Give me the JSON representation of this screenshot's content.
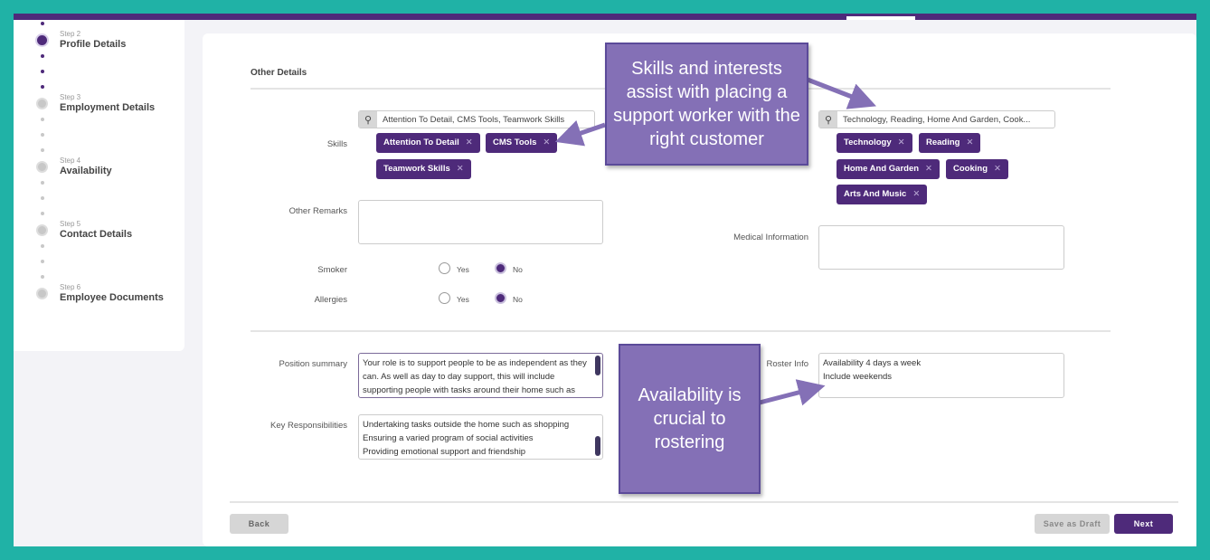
{
  "steps": [
    {
      "num": "Step 2",
      "title": "Profile Details",
      "state": "active"
    },
    {
      "num": "Step 3",
      "title": "Employment Details",
      "state": "pending"
    },
    {
      "num": "Step 4",
      "title": "Availability",
      "state": "pending"
    },
    {
      "num": "Step 5",
      "title": "Contact Details",
      "state": "pending"
    },
    {
      "num": "Step 6",
      "title": "Employee Documents",
      "state": "pending"
    }
  ],
  "section_title": "Other Details",
  "skills": {
    "label": "Skills",
    "search_value": "Attention To Detail, CMS Tools, Teamwork Skills",
    "tags": [
      "Attention To Detail",
      "CMS Tools",
      "Teamwork Skills"
    ]
  },
  "interests": {
    "search_value": "Technology, Reading, Home And Garden, Cook...",
    "tags": [
      "Technology",
      "Reading",
      "Home And Garden",
      "Cooking",
      "Arts And Music"
    ]
  },
  "other_remarks": {
    "label": "Other Remarks",
    "value": ""
  },
  "medical": {
    "label": "Medical Information",
    "value": ""
  },
  "smoker": {
    "label": "Smoker",
    "yes": "Yes",
    "no": "No",
    "selected": "No"
  },
  "allergies": {
    "label": "Allergies",
    "yes": "Yes",
    "no": "No",
    "selected": "No"
  },
  "position_summary": {
    "label": "Position summary",
    "value": "Your role is to support people to be as independent as they can. As well as day to day support, this will include supporting people with tasks around their home such as"
  },
  "key_resp": {
    "label": "Key Responsibilities",
    "lines": [
      "Undertaking tasks outside the home such as shopping",
      "Ensuring a varied program of social activities",
      "Providing emotional support and friendship"
    ]
  },
  "roster": {
    "label": "Roster Info",
    "lines": [
      "Availability 4 days a week",
      "Include weekends"
    ]
  },
  "buttons": {
    "back": "Back",
    "save_draft": "Save as Draft",
    "next": "Next"
  },
  "callouts": {
    "skills": "Skills and interests assist with placing a support worker with the right customer",
    "availability": "Availability is crucial to rostering"
  },
  "colors": {
    "primary": "#4e2a7a",
    "frame": "#20b2a6",
    "callout": "#8470b6"
  }
}
